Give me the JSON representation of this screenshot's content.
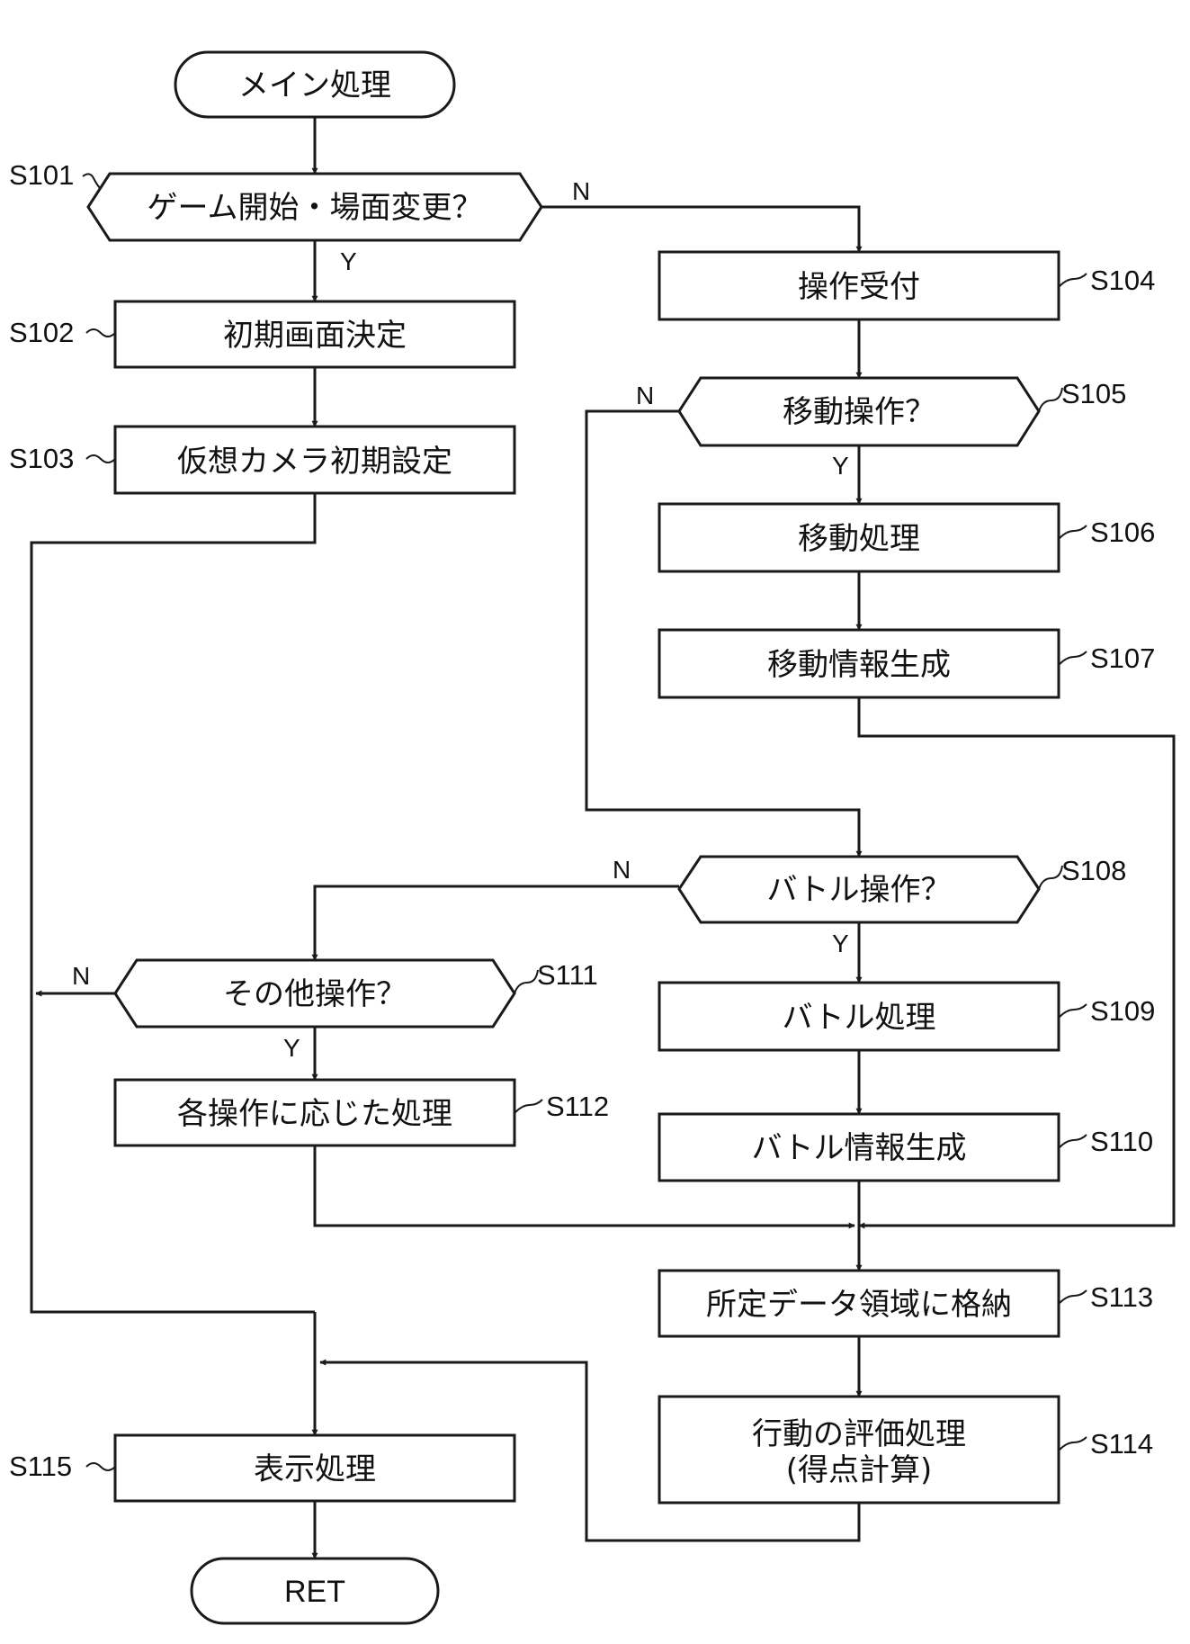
{
  "nodes": {
    "start": "メイン処理",
    "s101": "ゲーム開始・場面変更？",
    "s102": "初期画面決定",
    "s103": "仮想カメラ初期設定",
    "s104": "操作受付",
    "s105": "移動操作？",
    "s106": "移動処理",
    "s107": "移動情報生成",
    "s108": "バトル操作？",
    "s109": "バトル処理",
    "s110": "バトル情報生成",
    "s111": "その他操作？",
    "s112": "各操作に応じた処理",
    "s113": "所定データ領域に格納",
    "s114_line1": "行動の評価処理",
    "s114_line2": "(得点計算)",
    "s115": "表示処理",
    "end": "RET"
  },
  "steps": {
    "s101": "S101",
    "s102": "S102",
    "s103": "S103",
    "s104": "S104",
    "s105": "S105",
    "s106": "S106",
    "s107": "S107",
    "s108": "S108",
    "s109": "S109",
    "s110": "S110",
    "s111": "S111",
    "s112": "S112",
    "s113": "S113",
    "s114": "S114",
    "s115": "S115"
  },
  "branches": {
    "yes": "Y",
    "no": "N"
  }
}
